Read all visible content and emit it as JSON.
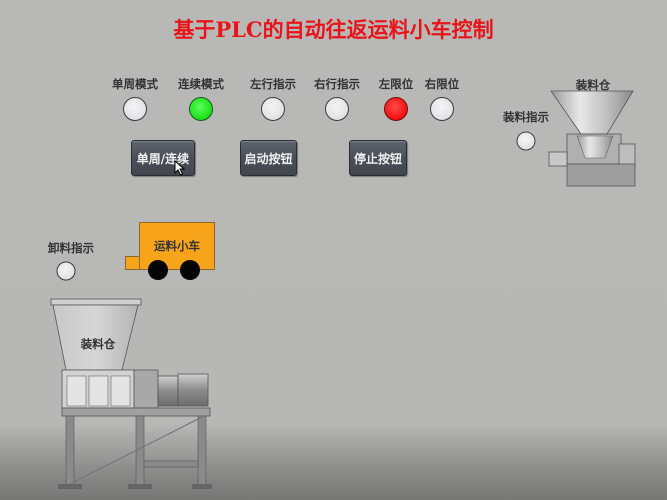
{
  "title": "基于PLC的自动往返运料小车控制",
  "indicators": [
    {
      "label": "单周模式",
      "state": "off",
      "color": "#e4e4e8"
    },
    {
      "label": "连续模式",
      "state": "on",
      "color": "#17e017"
    },
    {
      "label": "左行指示",
      "state": "off",
      "color": "#e4e4e8"
    },
    {
      "label": "右行指示",
      "state": "off",
      "color": "#e4e4e8"
    },
    {
      "label": "左限位",
      "state": "on",
      "color": "#f50d0d"
    },
    {
      "label": "右限位",
      "state": "off",
      "color": "#e4e4e8"
    }
  ],
  "buttons": [
    {
      "label": "单周/连续"
    },
    {
      "label": "启动按钮"
    },
    {
      "label": "停止按钮"
    }
  ],
  "loading_station": {
    "hopper_label": "装料仓",
    "indicator_label": "装料指示",
    "indicator_state": "off"
  },
  "unloading_station": {
    "indicator_label": "卸料指示",
    "indicator_state": "off",
    "hopper_label": "装料仓"
  },
  "cart": {
    "label": "运料小车",
    "color": "#f7a41a"
  },
  "colors": {
    "title": "#e8141a",
    "button_bg": "#4a4f58"
  }
}
